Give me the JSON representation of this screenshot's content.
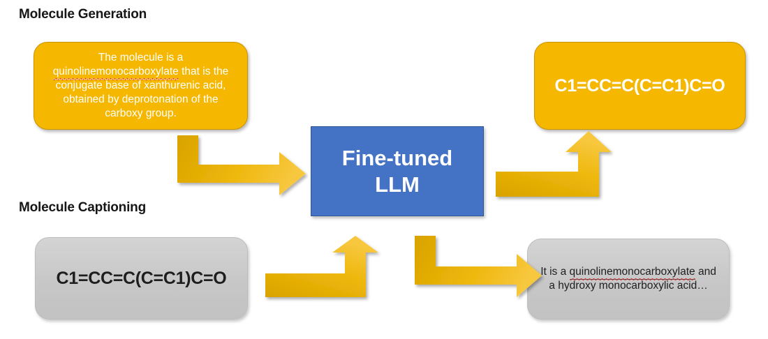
{
  "sections": {
    "generation": {
      "title": "Molecule Generation",
      "input_box": {
        "text_before": "The molecule is a ",
        "highlight": "quinolinemonocarboxylate",
        "text_after": " that is the conjugate base of xanthurenic acid, obtained by deprotonation of the carboxy group.",
        "full_text": "The molecule is a quinolinemonocarboxylate that is the conjugate base of xanthurenic acid, obtained by deprotonation of the carboxy group.",
        "color": "#F5B700"
      },
      "output_box": {
        "text": "C1=CC=C(C=C1)C=O",
        "color": "#F5B700"
      }
    },
    "captioning": {
      "title": "Molecule Captioning",
      "input_box": {
        "text": "C1=CC=C(C=C1)C=O",
        "color": "#C7C7C7"
      },
      "output_box": {
        "text_before": "It is a ",
        "highlight": "quinolinemonocarboxylate",
        "text_after": " and a hydroxy monocarboxylic acid…",
        "full_text": "It is a quinolinemonocarboxylate and a hydroxy monocarboxylic acid…",
        "color": "#C7C7C7"
      }
    }
  },
  "model": {
    "line1": "Fine-tuned",
    "line2": "LLM",
    "color": "#4472C4"
  },
  "arrows": {
    "color": "#E8B203",
    "generation_input": "elbow-arrow-down-right",
    "generation_output": "elbow-arrow-right-up",
    "captioning_input": "elbow-arrow-right-up",
    "captioning_output": "elbow-arrow-down-right"
  }
}
